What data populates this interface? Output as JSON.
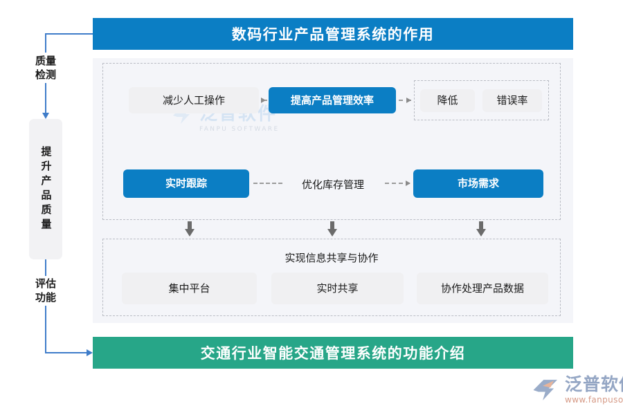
{
  "header": {
    "title": "数码行业产品管理系统的作用",
    "color": "#0b7ec4"
  },
  "footer": {
    "title": "交通行业智能交通管理系统的功能介绍",
    "color": "#27a688"
  },
  "left_rail": {
    "top_label": "质量\n检测",
    "top_label_line1": "质量",
    "top_label_line2": "检测",
    "vertical_box_label": "提升产品质量",
    "bottom_label_line1": "评估",
    "bottom_label_line2": "功能",
    "connector_color": "#3e7cc9"
  },
  "flow": {
    "row1": {
      "step1": "减少人工操作",
      "step2": "提高产品管理效率",
      "group": {
        "item1": "降低",
        "item2": "错误率"
      }
    },
    "row2": {
      "left": "实时跟踪",
      "middle_label": "优化库存管理",
      "right": "市场需求"
    },
    "lower": {
      "title": "实现信息共享与协作",
      "items": [
        "集中平台",
        "实时共享",
        "协作处理产品数据"
      ]
    }
  },
  "watermark_center": {
    "text_cn": "泛普软件",
    "text_en": "FANPU SOFTWARE"
  },
  "logo_corner": {
    "text_cn": "泛普软件",
    "url": "www.fanpusoft.com"
  }
}
